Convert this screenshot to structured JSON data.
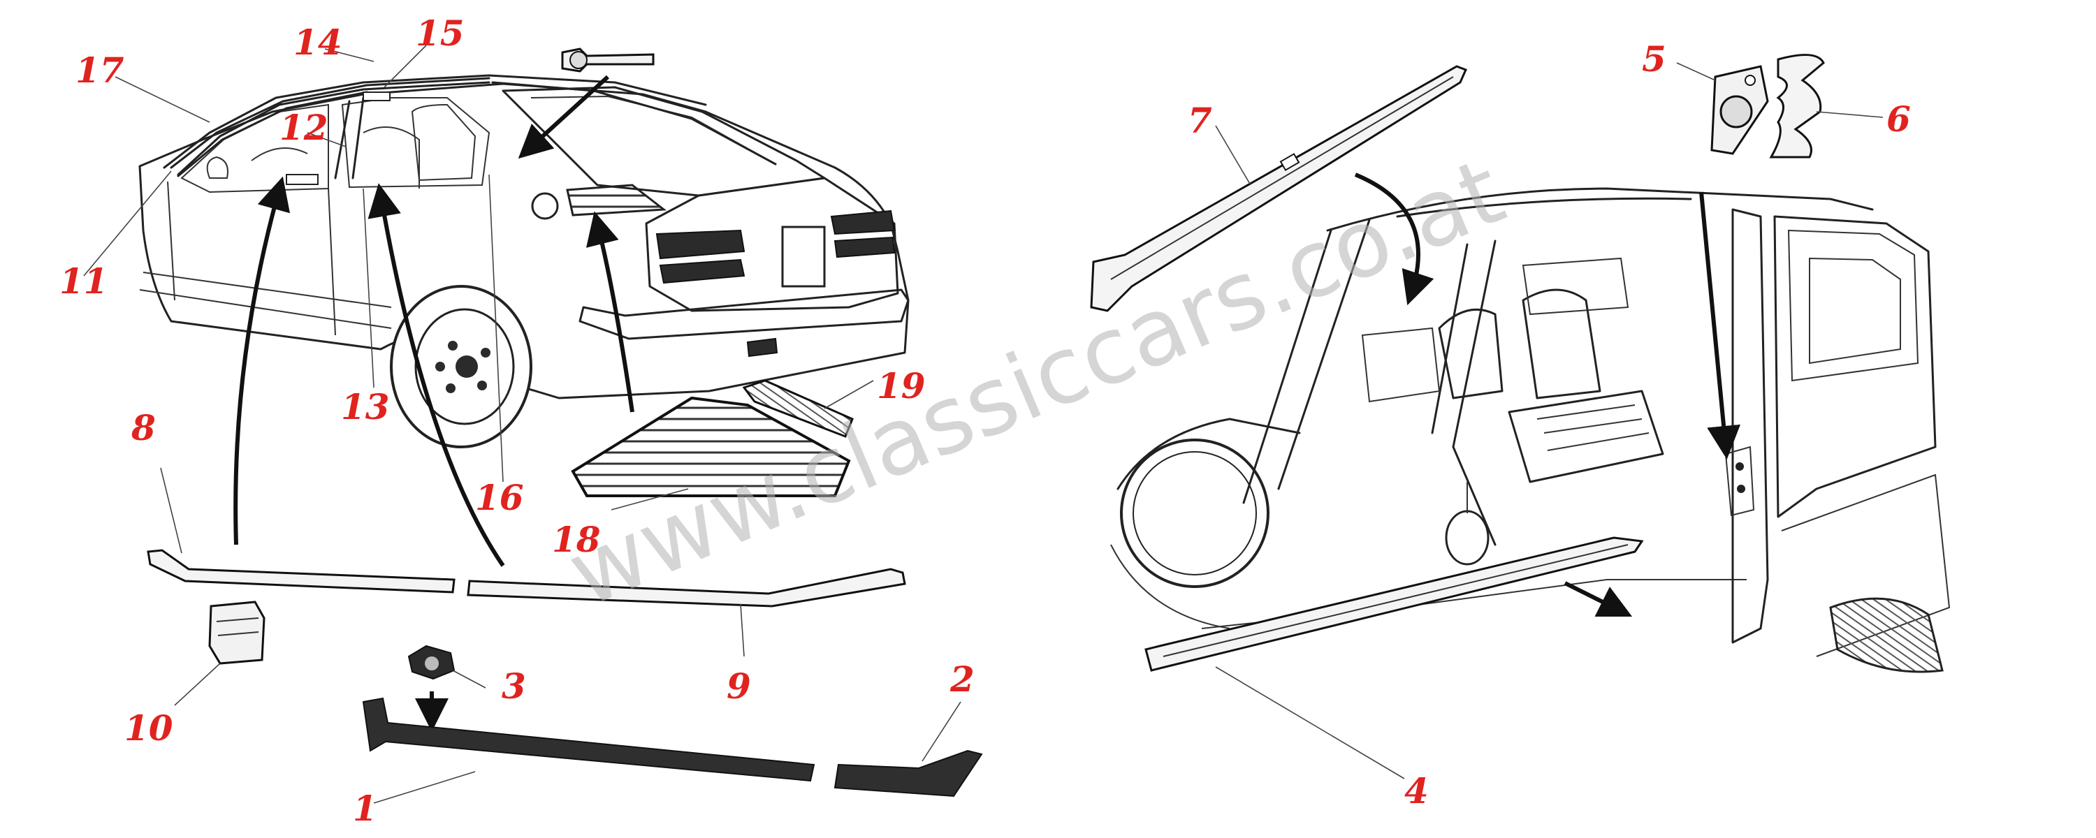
{
  "watermark": "www.classiccars.co.at",
  "callouts": [
    {
      "id": "1",
      "label": "1"
    },
    {
      "id": "2",
      "label": "2"
    },
    {
      "id": "3",
      "label": "3"
    },
    {
      "id": "4",
      "label": "4"
    },
    {
      "id": "5",
      "label": "5"
    },
    {
      "id": "6",
      "label": "6"
    },
    {
      "id": "7",
      "label": "7"
    },
    {
      "id": "8",
      "label": "8"
    },
    {
      "id": "9",
      "label": "9"
    },
    {
      "id": "10",
      "label": "10"
    },
    {
      "id": "11",
      "label": "11"
    },
    {
      "id": "12",
      "label": "12"
    },
    {
      "id": "13",
      "label": "13"
    },
    {
      "id": "14",
      "label": "14"
    },
    {
      "id": "15",
      "label": "15"
    },
    {
      "id": "16",
      "label": "16"
    },
    {
      "id": "17",
      "label": "17"
    },
    {
      "id": "18",
      "label": "18"
    },
    {
      "id": "19",
      "label": "19"
    }
  ],
  "colors": {
    "callout": "#e0231f",
    "line": "#222222",
    "watermark": "#b3b3b3",
    "background": "#ffffff"
  },
  "icons": [
    "car-rear-view-illustration",
    "car-interior-door-open-illustration",
    "window-seal-strip",
    "sill-cover",
    "door-striker-plate",
    "striker-shim",
    "quarter-vent-grille",
    "clip-fastener",
    "pin-fastener",
    "arrow-icon"
  ]
}
